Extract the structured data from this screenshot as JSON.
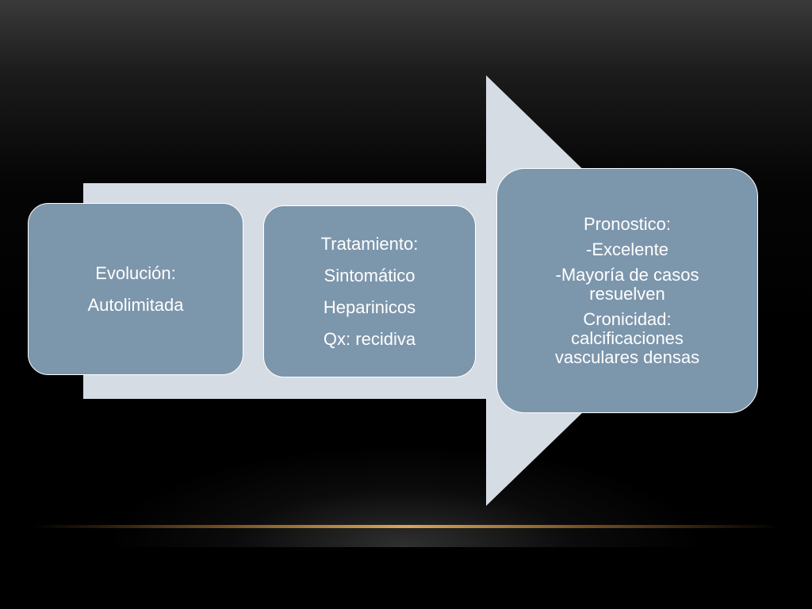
{
  "colors": {
    "background": "#000000",
    "arrow": "#d6dce4",
    "box_fill": "#7c96ac",
    "box_border": "#ffffff",
    "text": "#ffffff",
    "accent_line": "#d9a45a"
  },
  "diagram": {
    "type": "process-arrow",
    "steps": [
      {
        "lines": [
          "Evolución:",
          "Autolimitada"
        ]
      },
      {
        "lines": [
          "Tratamiento:",
          "Sintomático",
          "Heparinicos",
          "Qx: recidiva"
        ]
      },
      {
        "lines": [
          "Pronostico:",
          "-Excelente",
          "-Mayoría de casos resuelven",
          "Cronicidad: calcificaciones vasculares densas"
        ]
      }
    ]
  }
}
